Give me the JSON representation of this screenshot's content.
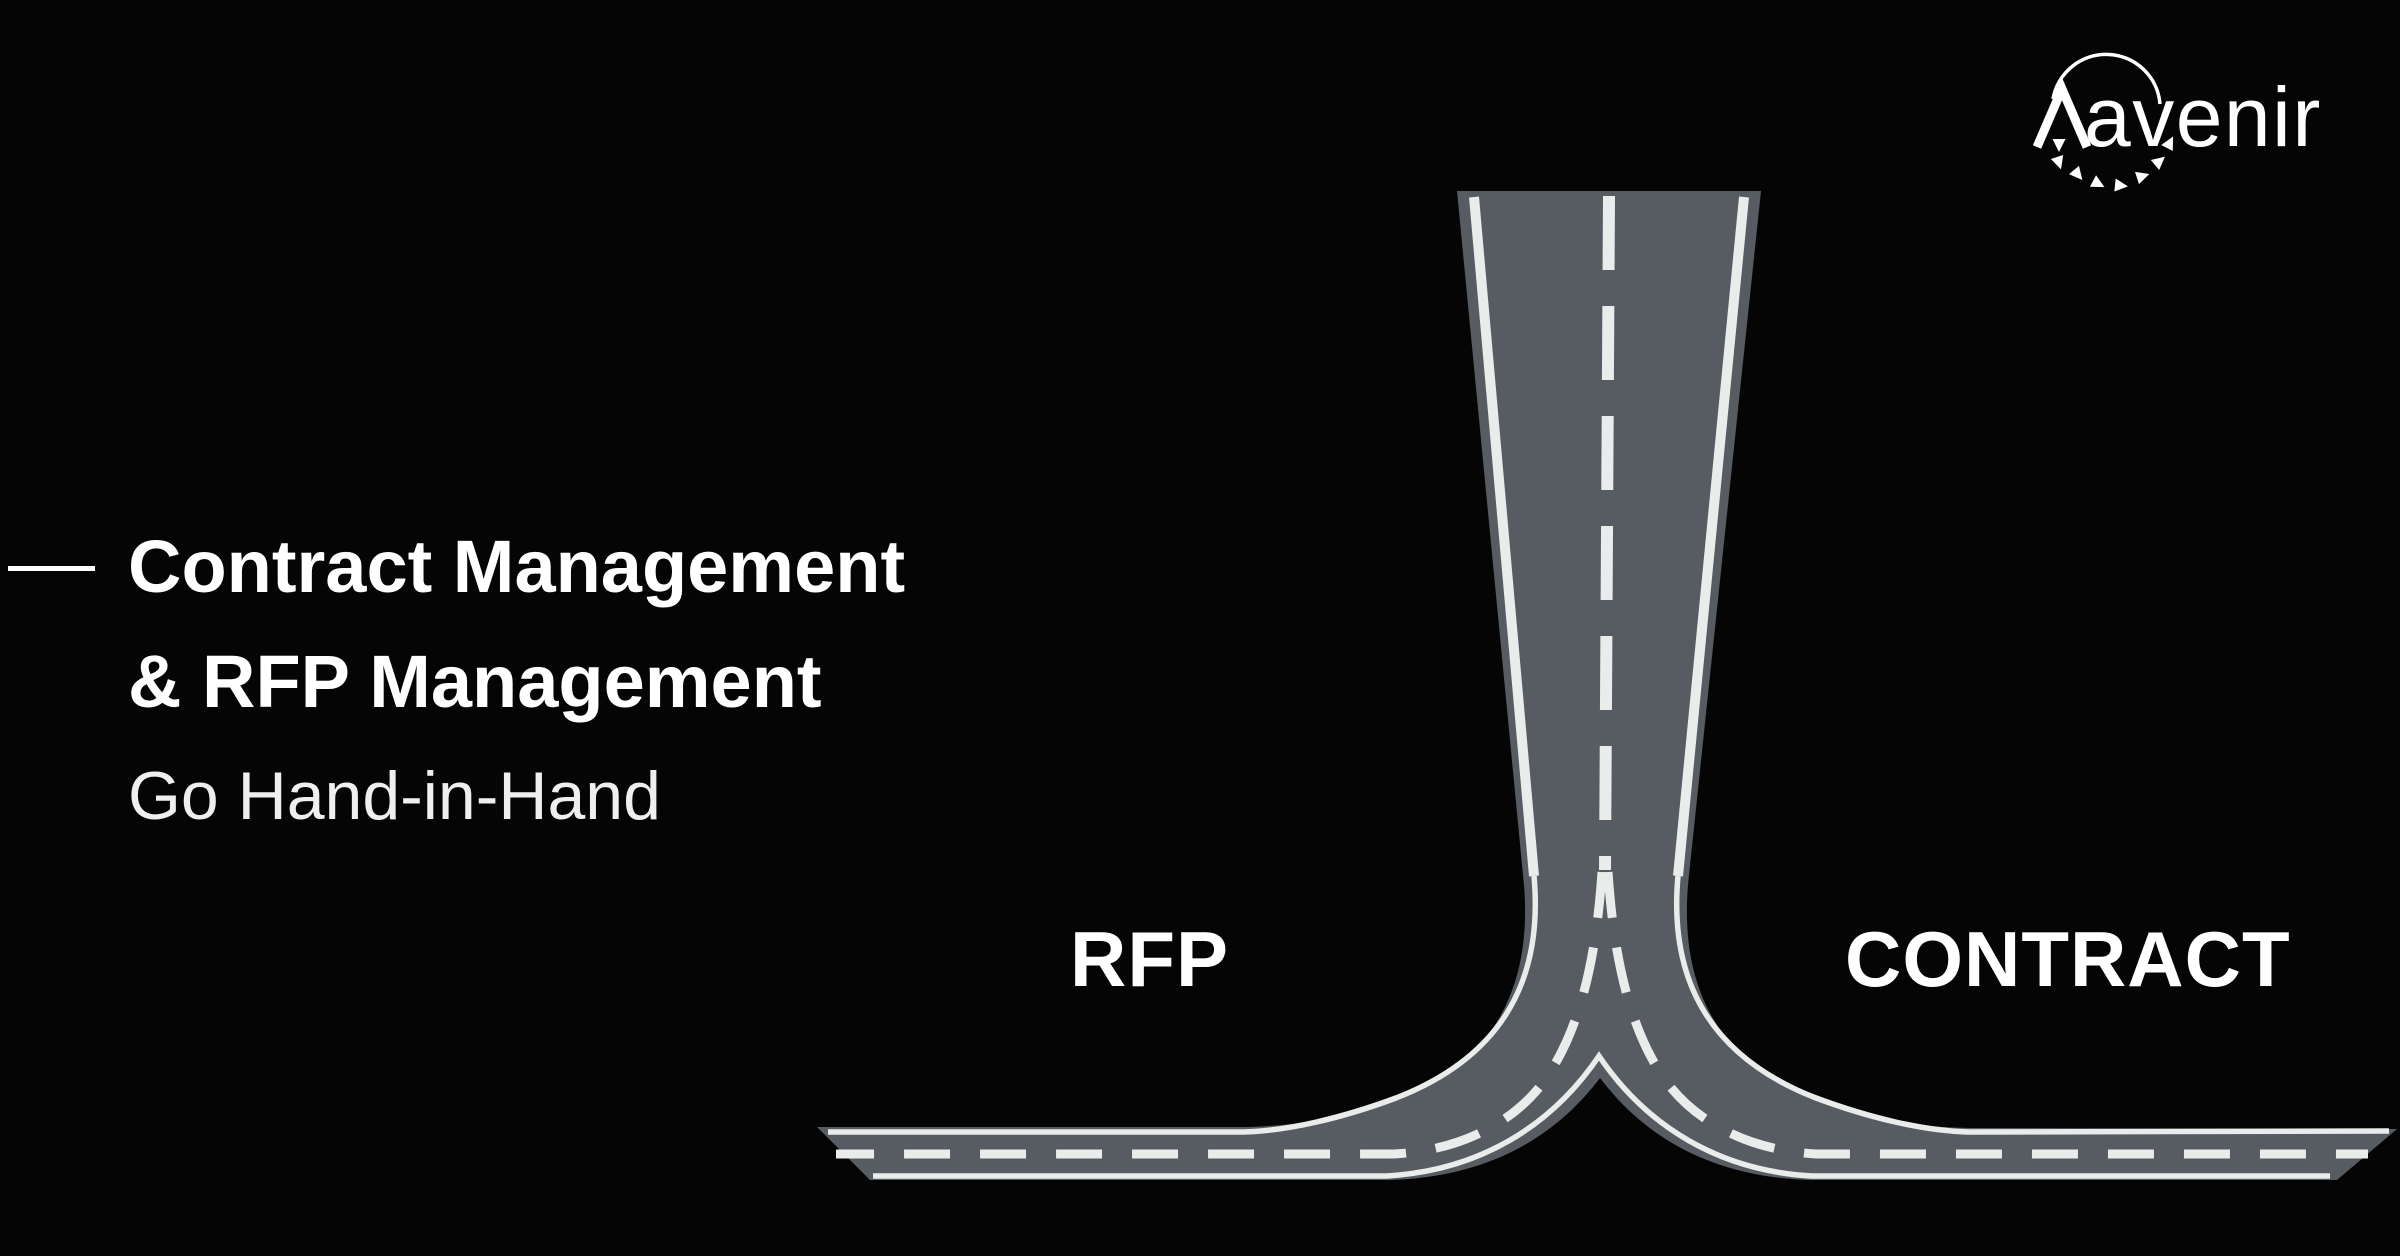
{
  "colors": {
    "background": "#050505",
    "road": "#565c61",
    "road_marking": "#eaeceb",
    "text": "#ffffff"
  },
  "headline": {
    "line1": "Contract Management",
    "line2": "& RFP Management",
    "subtitle": "Go Hand-in-Hand"
  },
  "road_labels": {
    "left": "RFP",
    "right": "CONTRACT"
  },
  "logo": {
    "brand": "Aavenir",
    "wordmark": "avenir"
  }
}
